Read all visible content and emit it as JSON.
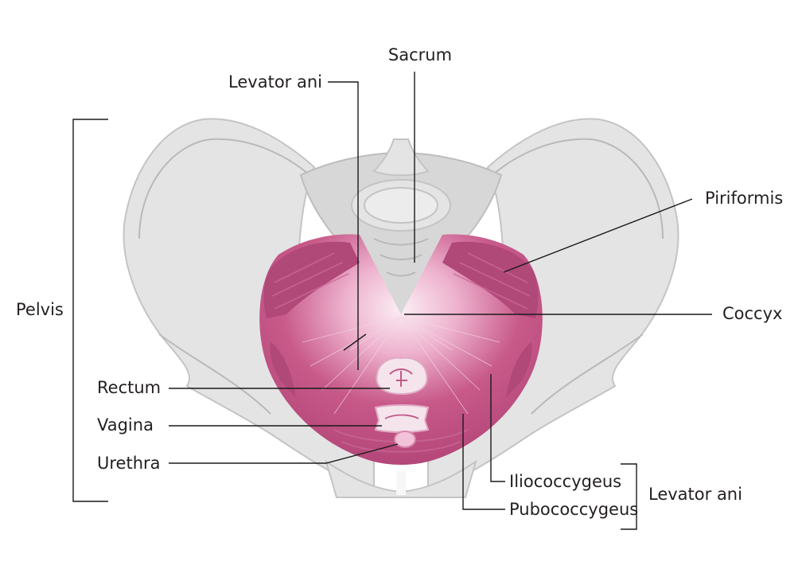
{
  "labels": {
    "sacrum": "Sacrum",
    "levator_ani_top": "Levator ani",
    "piriformis": "Piriformis",
    "pelvis": "Pelvis",
    "coccyx": "Coccyx",
    "rectum": "Rectum",
    "vagina": "Vagina",
    "urethra": "Urethra",
    "iliococcygeus": "Iliococcygeus",
    "pubococcygeus": "Pubococcygeus",
    "levator_ani_bottom": "Levator ani"
  },
  "colors": {
    "bone": "#e4e4e4",
    "muscle": "#c0507f",
    "muscle_highlight": "#f7dbe8",
    "leader_lines": "#1a1a1a"
  }
}
